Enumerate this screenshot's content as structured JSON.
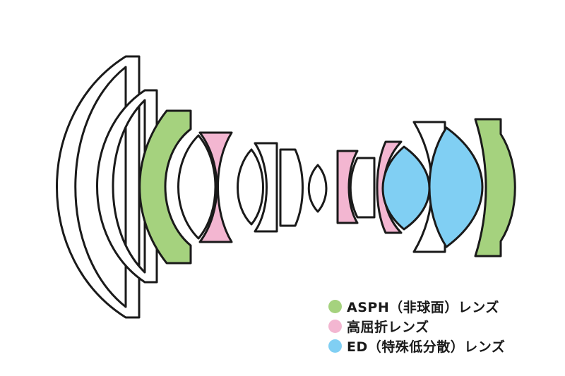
{
  "colors": {
    "asph": "#a5d27e",
    "high_refraction": "#f3b6d1",
    "ed": "#80cff3",
    "plain": "#ffffff",
    "outline": "#1a1a1a"
  },
  "legend": [
    {
      "label": "ASPH（非球面）レンズ",
      "color": "#a5d27e"
    },
    {
      "label": "高屈折レンズ",
      "color": "#f3b6d1"
    },
    {
      "label": "ED（特殊低分散）レンズ",
      "color": "#80cff3"
    }
  ]
}
